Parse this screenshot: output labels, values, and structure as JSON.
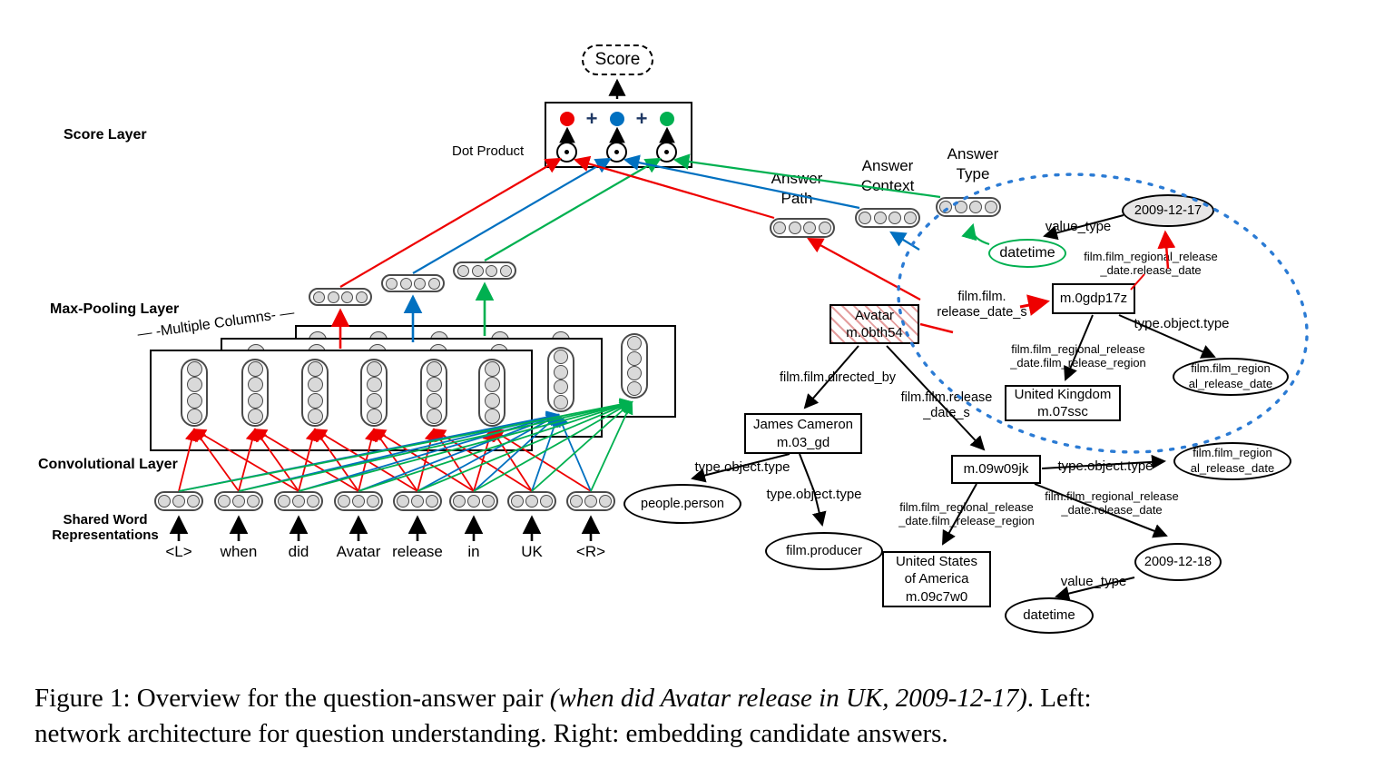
{
  "figure": {
    "caption_line1_prefix": "Figure 1:  Overview for the question-answer pair ",
    "caption_italic": "(when did Avatar release in UK, 2009-12-17)",
    "caption_line1_suffix": ".  Left:",
    "caption_line2": "network architecture for question understanding. Right: embedding candidate answers."
  },
  "network": {
    "score_label": "Score",
    "dot_product_label": "Dot Product",
    "plus": "+",
    "layer_labels": {
      "score": "Score Layer",
      "max_pooling": "Max-Pooling Layer",
      "convolutional": "Convolutional Layer",
      "shared_word_line1": "Shared Word",
      "shared_word_line2": "Representations"
    },
    "multiple_columns": "— -Multiple Columns- —",
    "answer_heads": [
      {
        "line1": "Answer",
        "line2": "Path"
      },
      {
        "line1": "Answer",
        "line2": "Context"
      },
      {
        "line1": "Answer",
        "line2": "Type"
      }
    ],
    "words": [
      "<L>",
      "when",
      "did",
      "Avatar",
      "release",
      "in",
      "UK",
      "<R>"
    ]
  },
  "graph": {
    "nodes": {
      "avatar": {
        "line1": "Avatar",
        "line2": "m.0bth54"
      },
      "james_cameron": {
        "line1": "James Cameron",
        "line2": "m.03_gd"
      },
      "united_kingdom": {
        "line1": "United Kingdom",
        "line2": "m.07ssc"
      },
      "usa": {
        "line1": "United States",
        "line2": "of America",
        "line3": "m.09c7w0"
      },
      "m0gdp17z": "m.0gdp17z",
      "m09w09jk": "m.09w09jk",
      "people_person": "people.person",
      "film_producer": "film.producer",
      "datetime_top": "datetime",
      "datetime_bottom": "datetime",
      "date_2009_12_17": "2009-12-17",
      "date_2009_12_18": "2009-12-18",
      "regional_oval_top": {
        "line1": "film.film_region",
        "line2": "al_release_date"
      },
      "regional_oval_bottom": {
        "line1": "film.film_region",
        "line2": "al_release_date"
      }
    },
    "edge_labels": {
      "directed_by": "film.film.directed_by",
      "release_date_s_red": {
        "line1": "film.film.",
        "line2": "release_date_s"
      },
      "release_date_s_black": {
        "line1": "film.film.release",
        "line2": "_date_s"
      },
      "value_type_top": "value_type",
      "value_type_bottom": "value_type",
      "type_object_type_people": "type.object.type",
      "type_object_type_producer": "type.object.type",
      "type_object_type_upper": "type.object.type",
      "type_object_type_lower": "type.object.type",
      "regional_release_date_top": {
        "line1": "film.film_regional_release",
        "line2": "_date.release_date"
      },
      "regional_release_date_bottom": {
        "line1": "film.film_regional_release",
        "line2": "_date.release_date"
      },
      "film_release_region_top": {
        "line1": "film.film_regional_release",
        "line2": "_date.film_release_region"
      },
      "film_release_region_bottom": {
        "line1": "film.film_regional_release",
        "line2": "_date.film_release_region"
      }
    }
  },
  "colors": {
    "path_red": "#ee0000",
    "context_blue": "#0070c0",
    "type_green": "#00b050",
    "context_ellipse_blue": "#2b7bd4",
    "node_fill_gray": "#d9d9d9",
    "answer_date_fill": "#e7e6e6"
  }
}
